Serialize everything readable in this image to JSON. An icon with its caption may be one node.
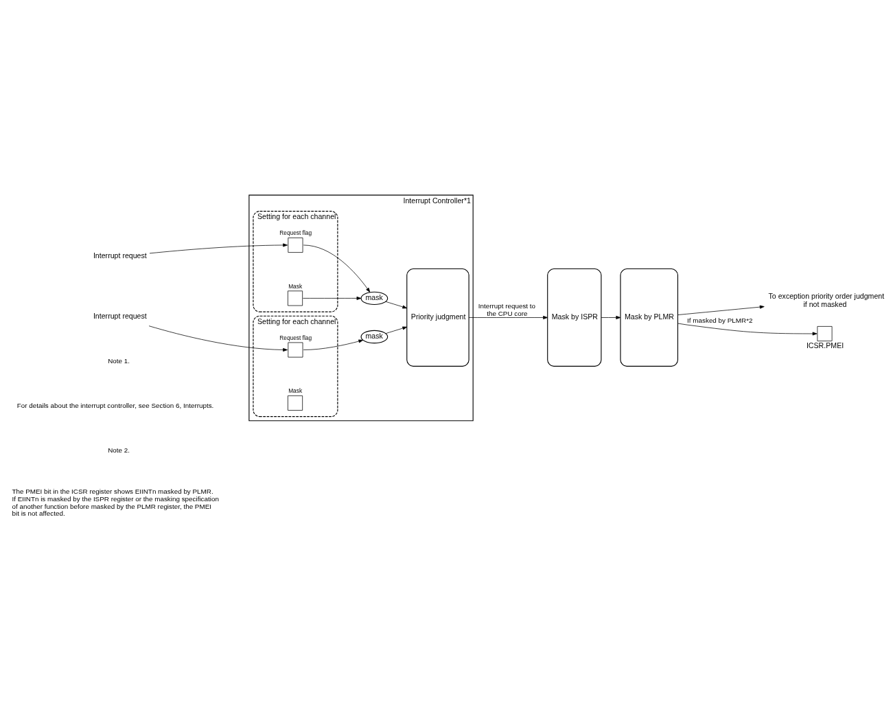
{
  "diagram": {
    "nodes": [
      {
        "text": [
          "Interrupt Controller*1"
        ]
      },
      {
        "text": [
          "Setting for each channel"
        ],
        "in": 0
      },
      {
        "text": [
          "Mask"
        ],
        "in": 1
      },
      {
        "text": [
          "Request flag"
        ],
        "in": 1
      },
      {
        "text": [
          "mask"
        ],
        "in": 0
      },
      {
        "text": [
          "Setting for each channel"
        ],
        "in": 0
      },
      {
        "text": [
          "Mask"
        ],
        "in": 5
      },
      {
        "text": [
          "Request flag"
        ],
        "in": 5
      },
      {
        "text": [
          "mask"
        ],
        "in": 0
      },
      {
        "text": [
          "Priority judgment"
        ],
        "in": 0
      },
      {
        "text": [
          "Interrupt request"
        ]
      },
      {
        "text": [
          "Interrupt request"
        ]
      },
      {
        "text": [
          "Mask by ISPR"
        ]
      },
      {
        "text": [
          "Mask by PLMR"
        ]
      },
      {
        "text": [
          "To exception priority order judgment if not masked"
        ]
      },
      {
        "text": [
          "ICSR.PMEI"
        ]
      }
    ],
    "edges": [
      {
        "from": 10,
        "to": 3,
        "arrow": "to"
      },
      {
        "from": 2,
        "to": 4,
        "arrow": "to"
      },
      {
        "from": 3,
        "to": 4,
        "arrow": "to"
      },
      {
        "from": 4,
        "to": 9,
        "arrow": "to"
      },
      {
        "from": 11,
        "to": 7,
        "arrow": "to"
      },
      {
        "from": 7,
        "to": 8,
        "arrow": "to"
      },
      {
        "from": 8,
        "to": 9,
        "arrow": "to"
      },
      {
        "from": 9,
        "to": 12,
        "arrow": "to",
        "label": "Interrupt request to the CPU core"
      },
      {
        "from": 12,
        "to": 13,
        "arrow": "to"
      },
      {
        "from": 13,
        "to": 14,
        "arrow": "to"
      },
      {
        "from": 13,
        "to": 15,
        "arrow": "to",
        "label": "If masked by PLMR*2"
      }
    ],
    "labels": [
      "Note 1.",
      "For details about the interrupt controller, see Section 6, Interrupts.",
      "Note 2.",
      "The PMEI bit in the ICSR register shows EIINTn masked by PLMR. If EIINTn is masked by the ISPR register or the masking specification of another function before masked by the PLMR register, the PMEI bit is not affected."
    ]
  }
}
